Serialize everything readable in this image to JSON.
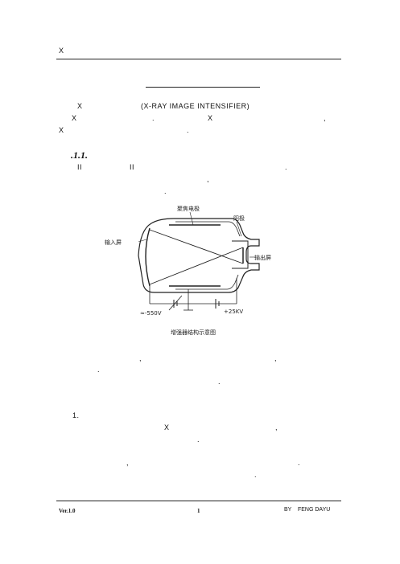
{
  "header": {
    "title": "X"
  },
  "section": {
    "line1": {
      "x_label": "X",
      "english_name": "(X-RAY IMAGE INTENSIFIER)"
    },
    "line2": {
      "x_start": "X",
      "period": ".",
      "x_mid": "X",
      "comma": ","
    },
    "line3": {
      "x_start": "X",
      "period": "."
    }
  },
  "subsection": {
    "number": ".1.1.",
    "line1": {
      "ii_a": "II",
      "ii_b": "II",
      "period": "."
    },
    "line2": {
      "comma": ","
    },
    "line3": {
      "period": "."
    }
  },
  "figure": {
    "labels": {
      "focus_electrode": "聚焦电极",
      "anode": "阳极",
      "input_screen": "输入屏",
      "output_screen": "输出屏",
      "voltage_neg": "≈-550V",
      "voltage_pos": "+25KV"
    },
    "caption": "增强器结构示意图"
  },
  "para_after": {
    "line1": {
      "comma_a": ",",
      "comma_b": ","
    },
    "line2": {
      "period": "."
    },
    "line3": {
      "period": "."
    }
  },
  "item1": {
    "number": "1.",
    "line1": {
      "x": "X",
      "comma": ","
    },
    "line2": {
      "period": "."
    },
    "line3": {
      "comma": ",",
      "period": "."
    },
    "line4": {
      "period": "."
    }
  },
  "footer": {
    "version": "Ver.1.0",
    "page": "1",
    "author": "BY    FENG DAYU"
  }
}
